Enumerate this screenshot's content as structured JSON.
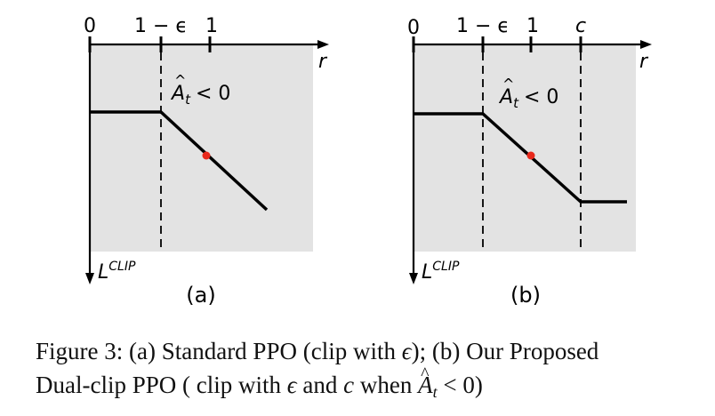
{
  "panels": [
    {
      "id": "a",
      "axis_tick_zero": "0",
      "axis_tick_one_minus_eps": "1 − ϵ",
      "axis_tick_one": "1",
      "axis_tick_c": "",
      "x_axis_label": "r",
      "y_axis_label_base": "L",
      "y_axis_label_sup": "CLIP",
      "condition_base": "A",
      "condition_hat": "^",
      "condition_sub": "t",
      "condition_rel": "< 0",
      "panel_label": "(a)"
    },
    {
      "id": "b",
      "axis_tick_zero": "0",
      "axis_tick_one_minus_eps": "1 − ϵ",
      "axis_tick_one": "1",
      "axis_tick_c": "c",
      "x_axis_label": "r",
      "y_axis_label_base": "L",
      "y_axis_label_sup": "CLIP",
      "condition_base": "A",
      "condition_hat": "^",
      "condition_sub": "t",
      "condition_rel": "< 0",
      "panel_label": "(b)"
    }
  ],
  "colors": {
    "shading": "#e3e3e3",
    "line": "#000000",
    "point": "#e8291c"
  },
  "caption": {
    "line1_a": "Figure 3: (a) Standard PPO (clip with ",
    "line1_eps": "ϵ",
    "line1_b": "); (b) Our Proposed",
    "line2_a": "Dual-clip PPO ( clip with ",
    "line2_eps": "ϵ",
    "line2_and": " and ",
    "line2_c": "c",
    "line2_when": " when ",
    "line2_A": "A",
    "line2_hat": "^",
    "line2_sub": "t",
    "line2_rel": " < 0)"
  }
}
